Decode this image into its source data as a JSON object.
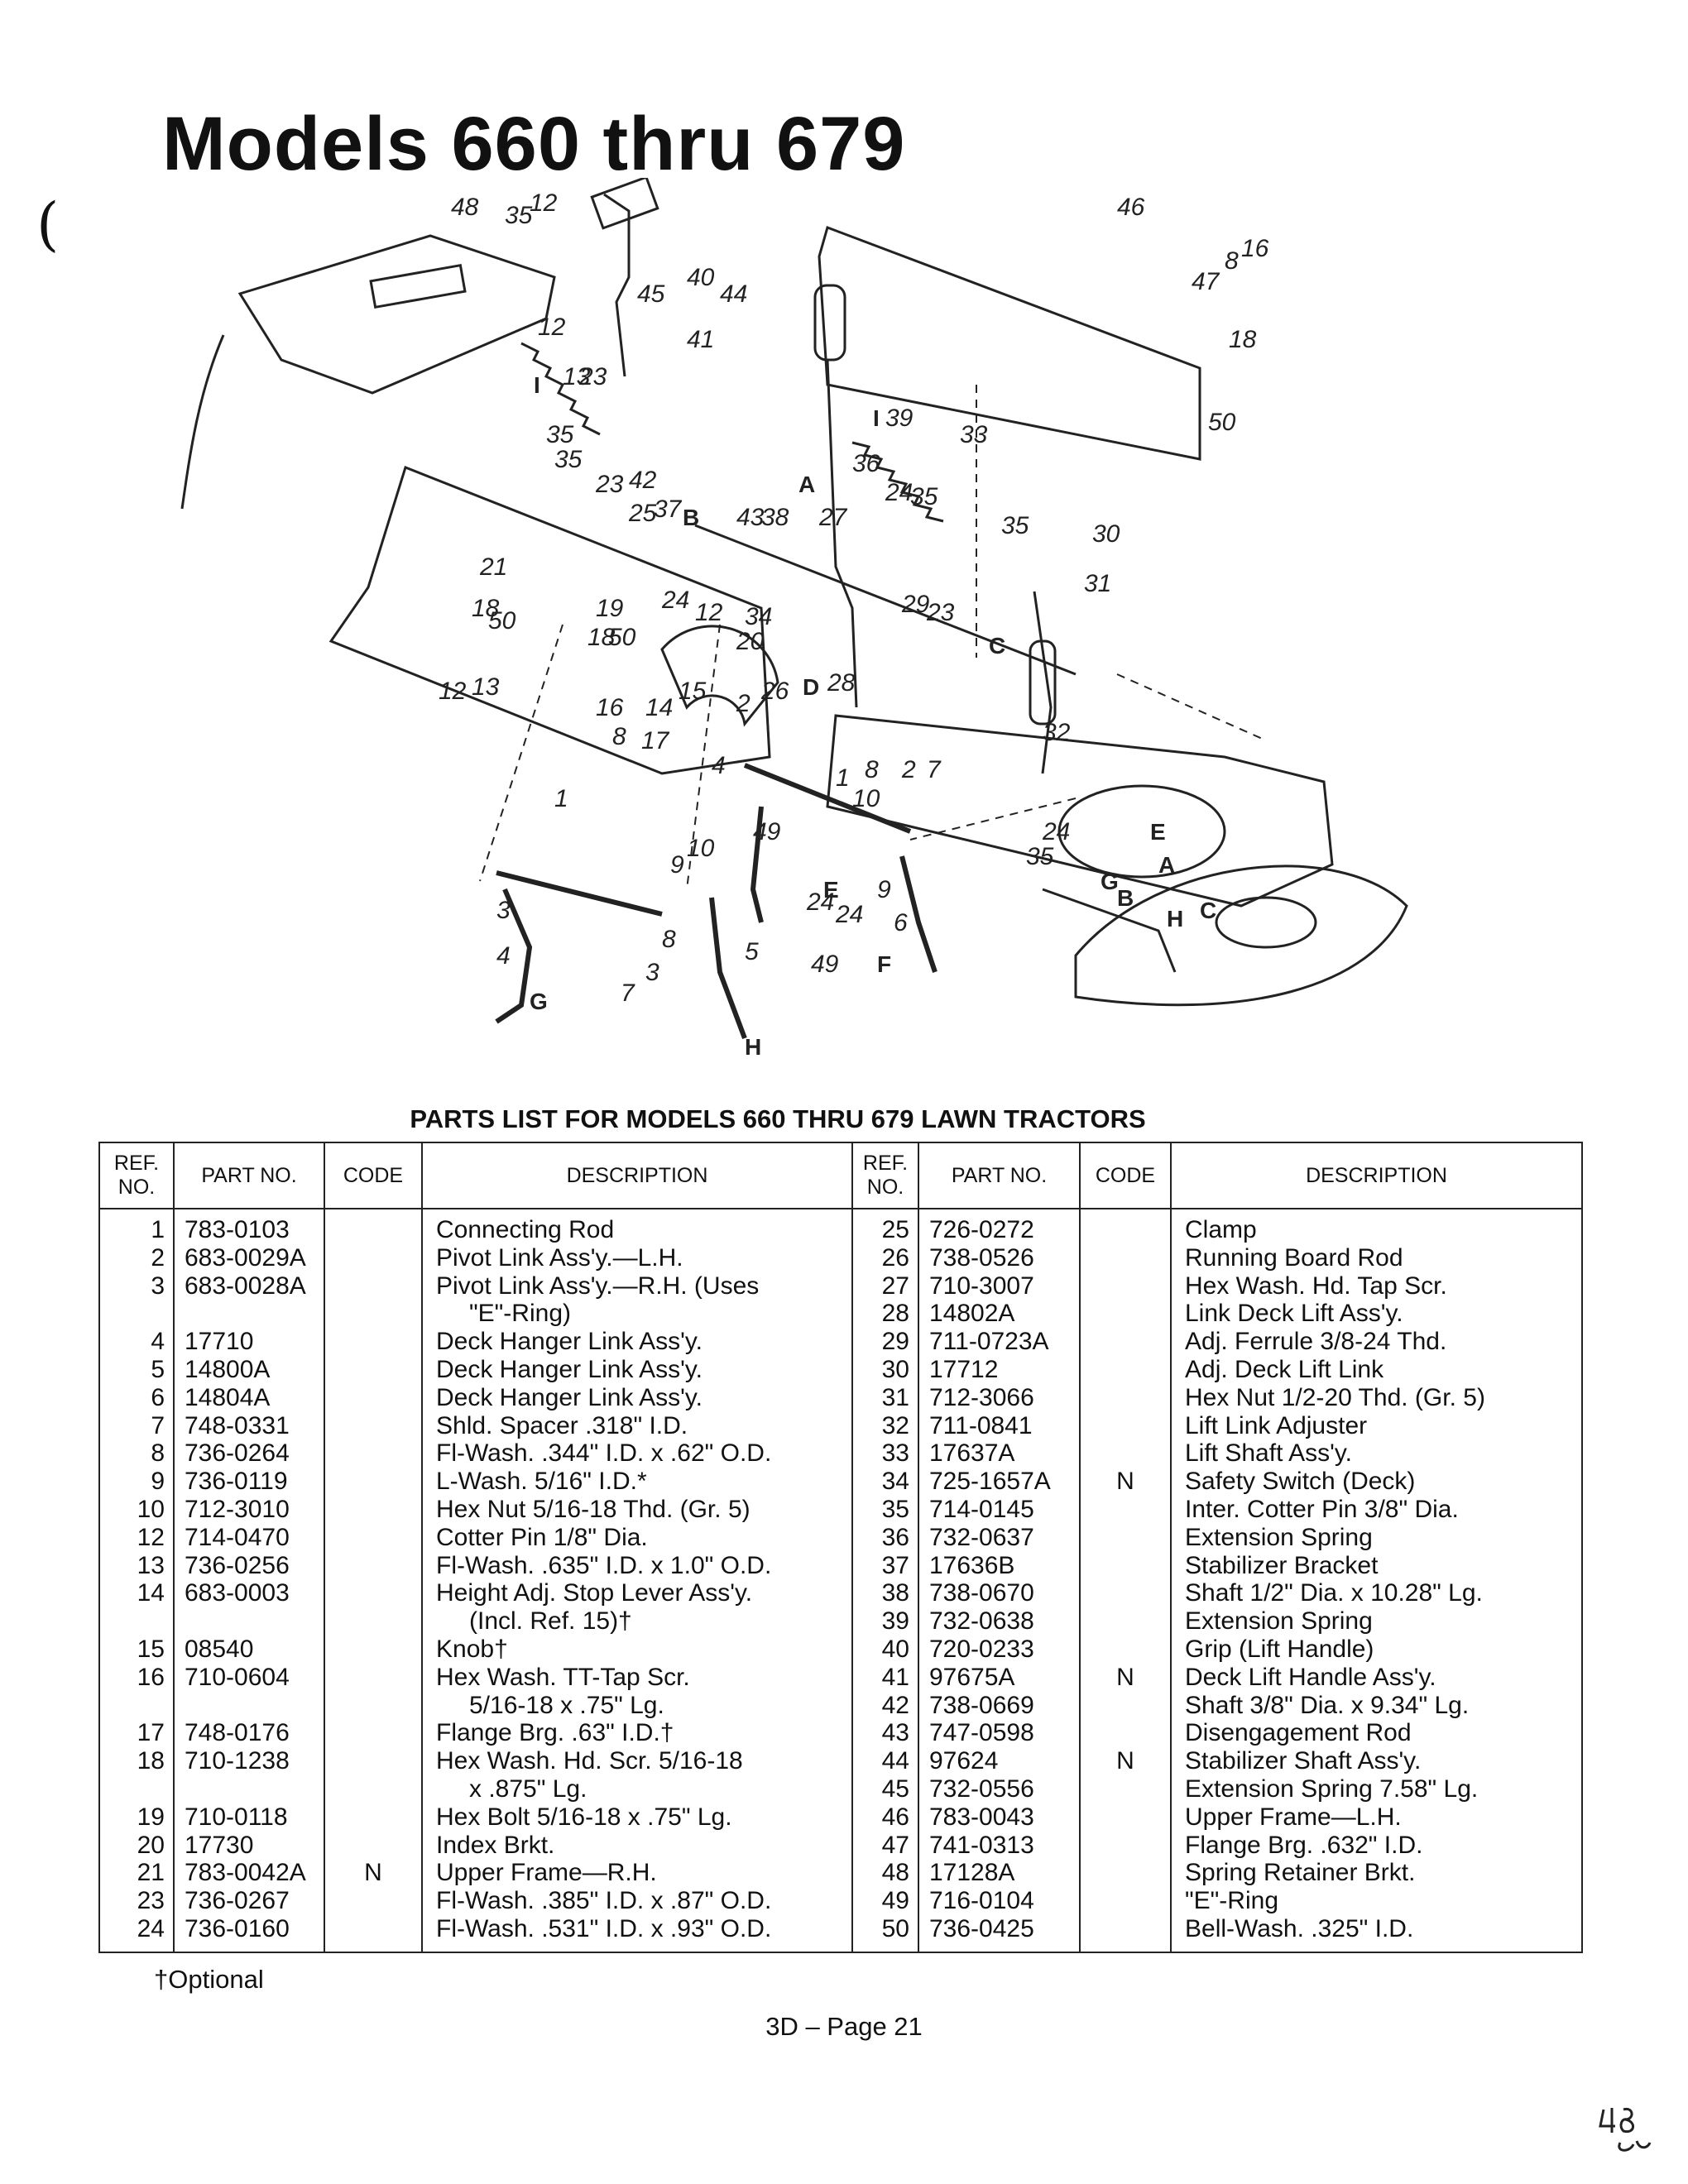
{
  "title": "Models 660 thru 679",
  "margin_mark": "(",
  "diagram": {
    "callouts": [
      "1",
      "2",
      "3",
      "4",
      "5",
      "6",
      "7",
      "8",
      "9",
      "10",
      "12",
      "13",
      "14",
      "15",
      "16",
      "17",
      "18",
      "19",
      "20",
      "21",
      "23",
      "24",
      "25",
      "26",
      "27",
      "28",
      "29",
      "30",
      "31",
      "32",
      "33",
      "34",
      "35",
      "36",
      "37",
      "38",
      "39",
      "40",
      "41",
      "42",
      "43",
      "44",
      "45",
      "46",
      "47",
      "48",
      "49",
      "50",
      "A",
      "B",
      "C",
      "D",
      "E",
      "F",
      "G",
      "H",
      "I"
    ]
  },
  "parts_list": {
    "heading": "PARTS LIST FOR MODELS 660 THRU 679 LAWN TRACTORS",
    "columns": {
      "ref": "REF. NO.",
      "part": "PART NO.",
      "code": "CODE",
      "description": "DESCRIPTION"
    },
    "left": [
      {
        "ref": "1",
        "part": "783-0103",
        "code": "",
        "desc": [
          "Connecting Rod"
        ]
      },
      {
        "ref": "2",
        "part": "683-0029A",
        "code": "",
        "desc": [
          "Pivot Link Ass'y.—L.H."
        ]
      },
      {
        "ref": "3",
        "part": "683-0028A",
        "code": "",
        "desc": [
          "Pivot Link Ass'y.—R.H. (Uses",
          "\"E\"-Ring)"
        ]
      },
      {
        "ref": "4",
        "part": "17710",
        "code": "",
        "desc": [
          "Deck Hanger Link Ass'y."
        ]
      },
      {
        "ref": "5",
        "part": "14800A",
        "code": "",
        "desc": [
          "Deck Hanger Link Ass'y."
        ]
      },
      {
        "ref": "6",
        "part": "14804A",
        "code": "",
        "desc": [
          "Deck Hanger Link Ass'y."
        ]
      },
      {
        "ref": "7",
        "part": "748-0331",
        "code": "",
        "desc": [
          "Shld. Spacer .318\" I.D."
        ]
      },
      {
        "ref": "8",
        "part": "736-0264",
        "code": "",
        "desc": [
          "Fl-Wash. .344\" I.D. x .62\" O.D."
        ]
      },
      {
        "ref": "9",
        "part": "736-0119",
        "code": "",
        "desc": [
          "L-Wash. 5/16\" I.D.*"
        ]
      },
      {
        "ref": "10",
        "part": "712-3010",
        "code": "",
        "desc": [
          "Hex Nut 5/16-18 Thd. (Gr. 5)"
        ]
      },
      {
        "ref": "12",
        "part": "714-0470",
        "code": "",
        "desc": [
          "Cotter Pin 1/8\" Dia."
        ]
      },
      {
        "ref": "13",
        "part": "736-0256",
        "code": "",
        "desc": [
          "Fl-Wash. .635\" I.D. x 1.0\" O.D."
        ]
      },
      {
        "ref": "14",
        "part": "683-0003",
        "code": "",
        "desc": [
          "Height Adj. Stop Lever Ass'y.",
          "(Incl. Ref. 15)†"
        ]
      },
      {
        "ref": "15",
        "part": "08540",
        "code": "",
        "desc": [
          "Knob†"
        ]
      },
      {
        "ref": "16",
        "part": "710-0604",
        "code": "",
        "desc": [
          "Hex Wash. TT-Tap Scr.",
          "5/16-18 x .75\" Lg."
        ]
      },
      {
        "ref": "17",
        "part": "748-0176",
        "code": "",
        "desc": [
          "Flange Brg. .63\" I.D.†"
        ]
      },
      {
        "ref": "18",
        "part": "710-1238",
        "code": "",
        "desc": [
          "Hex Wash. Hd. Scr. 5/16-18",
          "x .875\" Lg."
        ]
      },
      {
        "ref": "19",
        "part": "710-0118",
        "code": "",
        "desc": [
          "Hex Bolt 5/16-18 x .75\" Lg."
        ]
      },
      {
        "ref": "20",
        "part": "17730",
        "code": "",
        "desc": [
          "Index Brkt."
        ]
      },
      {
        "ref": "21",
        "part": "783-0042A",
        "code": "N",
        "desc": [
          "Upper Frame—R.H."
        ]
      },
      {
        "ref": "23",
        "part": "736-0267",
        "code": "",
        "desc": [
          "Fl-Wash. .385\" I.D. x .87\" O.D."
        ]
      },
      {
        "ref": "24",
        "part": "736-0160",
        "code": "",
        "desc": [
          "Fl-Wash. .531\" I.D. x .93\" O.D."
        ]
      }
    ],
    "right": [
      {
        "ref": "25",
        "part": "726-0272",
        "code": "",
        "desc": [
          "Clamp"
        ]
      },
      {
        "ref": "26",
        "part": "738-0526",
        "code": "",
        "desc": [
          "Running Board Rod"
        ]
      },
      {
        "ref": "27",
        "part": "710-3007",
        "code": "",
        "desc": [
          "Hex Wash. Hd. Tap Scr."
        ]
      },
      {
        "ref": "28",
        "part": "14802A",
        "code": "",
        "desc": [
          "Link Deck Lift Ass'y."
        ]
      },
      {
        "ref": "29",
        "part": "711-0723A",
        "code": "",
        "desc": [
          "Adj. Ferrule 3/8-24 Thd."
        ]
      },
      {
        "ref": "30",
        "part": "17712",
        "code": "",
        "desc": [
          "Adj. Deck Lift Link"
        ]
      },
      {
        "ref": "31",
        "part": "712-3066",
        "code": "",
        "desc": [
          "Hex Nut 1/2-20 Thd. (Gr. 5)"
        ]
      },
      {
        "ref": "32",
        "part": "711-0841",
        "code": "",
        "desc": [
          "Lift Link Adjuster"
        ]
      },
      {
        "ref": "33",
        "part": "17637A",
        "code": "",
        "desc": [
          "Lift Shaft Ass'y."
        ]
      },
      {
        "ref": "34",
        "part": "725-1657A",
        "code": "N",
        "desc": [
          "Safety Switch (Deck)"
        ]
      },
      {
        "ref": "35",
        "part": "714-0145",
        "code": "",
        "desc": [
          "Inter. Cotter Pin 3/8\" Dia."
        ]
      },
      {
        "ref": "36",
        "part": "732-0637",
        "code": "",
        "desc": [
          "Extension Spring"
        ]
      },
      {
        "ref": "37",
        "part": "17636B",
        "code": "",
        "desc": [
          "Stabilizer Bracket"
        ]
      },
      {
        "ref": "38",
        "part": "738-0670",
        "code": "",
        "desc": [
          "Shaft 1/2\" Dia. x 10.28\" Lg."
        ]
      },
      {
        "ref": "39",
        "part": "732-0638",
        "code": "",
        "desc": [
          "Extension Spring"
        ]
      },
      {
        "ref": "40",
        "part": "720-0233",
        "code": "",
        "desc": [
          "Grip (Lift Handle)"
        ]
      },
      {
        "ref": "41",
        "part": "97675A",
        "code": "N",
        "desc": [
          "Deck Lift Handle Ass'y."
        ]
      },
      {
        "ref": "42",
        "part": "738-0669",
        "code": "",
        "desc": [
          "Shaft 3/8\" Dia. x 9.34\" Lg."
        ]
      },
      {
        "ref": "43",
        "part": "747-0598",
        "code": "",
        "desc": [
          "Disengagement Rod"
        ]
      },
      {
        "ref": "44",
        "part": "97624",
        "code": "N",
        "desc": [
          "Stabilizer Shaft Ass'y."
        ]
      },
      {
        "ref": "45",
        "part": "732-0556",
        "code": "",
        "desc": [
          "Extension Spring 7.58\" Lg."
        ]
      },
      {
        "ref": "46",
        "part": "783-0043",
        "code": "",
        "desc": [
          "Upper Frame—L.H."
        ]
      },
      {
        "ref": "47",
        "part": "741-0313",
        "code": "",
        "desc": [
          "Flange Brg. .632\" I.D."
        ]
      },
      {
        "ref": "48",
        "part": "17128A",
        "code": "",
        "desc": [
          "Spring Retainer Brkt."
        ]
      },
      {
        "ref": "49",
        "part": "716-0104",
        "code": "",
        "desc": [
          "\"E\"-Ring"
        ]
      },
      {
        "ref": "50",
        "part": "736-0425",
        "code": "",
        "desc": [
          "Bell-Wash. .325\" I.D."
        ]
      }
    ]
  },
  "footnote": "†Optional",
  "page_footer": "3D – Page 21",
  "handwritten_note": "48"
}
